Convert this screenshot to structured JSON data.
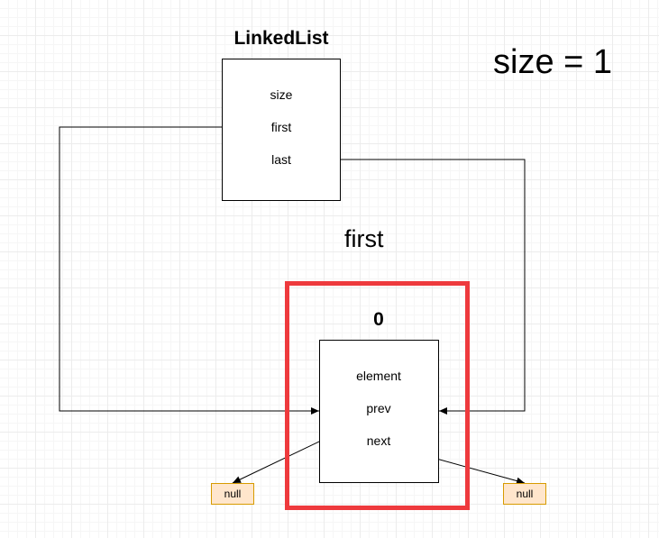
{
  "linkedlist": {
    "title": "LinkedList",
    "fields": {
      "size": "size",
      "first": "first",
      "last": "last"
    }
  },
  "size_label": "size = 1",
  "first_label": "first",
  "node": {
    "title": "0",
    "fields": {
      "element": "element",
      "prev": "prev",
      "next": "next"
    }
  },
  "null_prev": "null",
  "null_next": "null",
  "colors": {
    "highlight": "#ee3a3d",
    "null_fill": "#ffe6cc",
    "null_border": "#d79b00"
  }
}
